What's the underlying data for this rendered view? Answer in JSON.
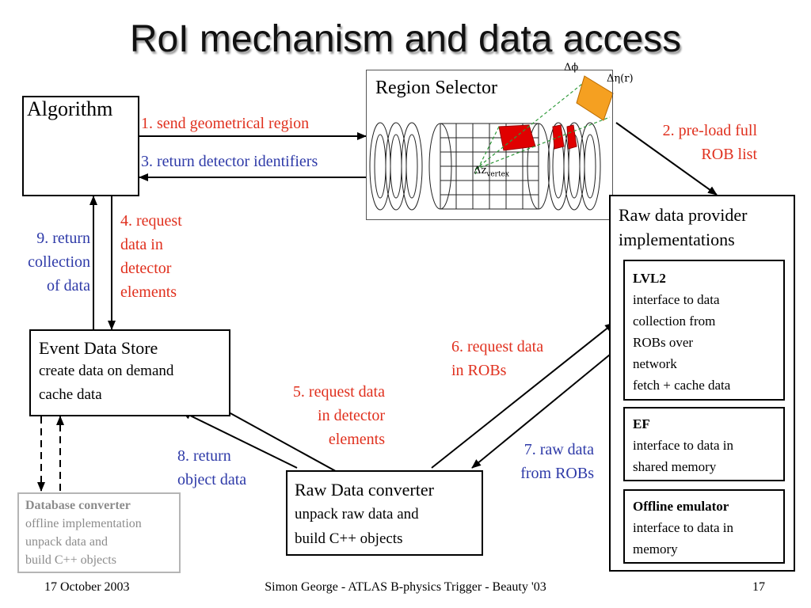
{
  "title": "RoI mechanism and data access",
  "algorithm": {
    "label": "Algorithm"
  },
  "region_selector": {
    "label": "Region Selector",
    "delta_phi": "Δϕ",
    "delta_eta": "Δη(r)",
    "delta_z": "Δz",
    "delta_z_sub": "vertex"
  },
  "arrows": {
    "a1": "1. send geometrical region",
    "a2": "2. pre-load full ROB list",
    "a2_line1": "2. pre-load full",
    "a2_line2": "ROB list",
    "a3": "3. return detector identifiers",
    "a4": [
      "4. request",
      "data in",
      "detector",
      "elements"
    ],
    "a5": [
      "5. request data",
      "in  detector",
      "elements"
    ],
    "a6": [
      "6. request data",
      "in ROBs"
    ],
    "a7": [
      "7. raw data",
      "from ROBs"
    ],
    "a8": [
      "8. return",
      "object data"
    ],
    "a9": [
      "9. return",
      "collection",
      "of data"
    ]
  },
  "event_data_store": {
    "title": "Event Data Store",
    "lines": [
      "create data on demand",
      "cache data"
    ]
  },
  "database_converter": {
    "title": "Database converter",
    "lines": [
      "offline implementation",
      "unpack data and",
      "build C++ objects"
    ]
  },
  "raw_data_converter": {
    "title": "Raw Data converter",
    "lines": [
      "unpack raw data and",
      "build C++ objects"
    ]
  },
  "raw_data_provider": {
    "title_lines": [
      "Raw data provider",
      "implementations"
    ],
    "items": [
      {
        "name": "LVL2",
        "lines": [
          "interface to data",
          "collection from",
          "ROBs over",
          "network",
          "fetch + cache data"
        ]
      },
      {
        "name": "EF",
        "lines": [
          "interface to data in",
          "shared memory"
        ]
      },
      {
        "name": "Offline emulator",
        "lines": [
          "interface to data in",
          "memory"
        ]
      }
    ]
  },
  "footer": {
    "date": "17 October 2003",
    "center": "Simon George - ATLAS B-physics Trigger - Beauty '03",
    "page": "17"
  },
  "colors": {
    "request": "#e0301e",
    "return": "#2e3aa8",
    "gear": "#5f6f86",
    "detector_red": "#e00000",
    "orange": "#f5a021",
    "grey_box": "#9a9a9a"
  }
}
